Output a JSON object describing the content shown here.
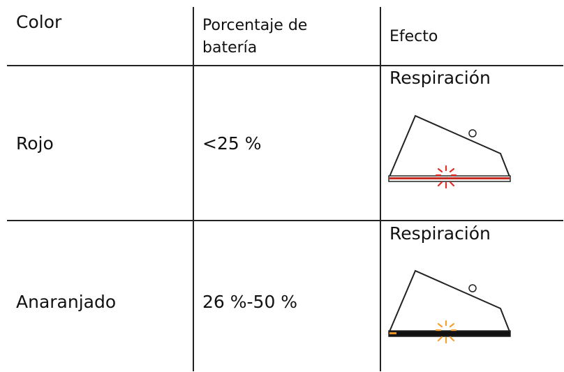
{
  "table": {
    "headers": {
      "color": "Color",
      "battery_line1": "Porcentaje de",
      "battery_line2": "batería",
      "effect": "Efecto"
    },
    "rows": [
      {
        "color": "Rojo",
        "battery": "<25 %",
        "effect": "Respiración",
        "led_color": "#e0302a",
        "strip_color": "#c92a22"
      },
      {
        "color": "Anaranjado",
        "battery": "26 %-50 %",
        "effect": "Respiración",
        "led_color": "#f5a030",
        "strip_color": "#e8922a"
      }
    ]
  },
  "icons": [
    "laptop-breathing-red-icon",
    "laptop-breathing-orange-icon"
  ]
}
